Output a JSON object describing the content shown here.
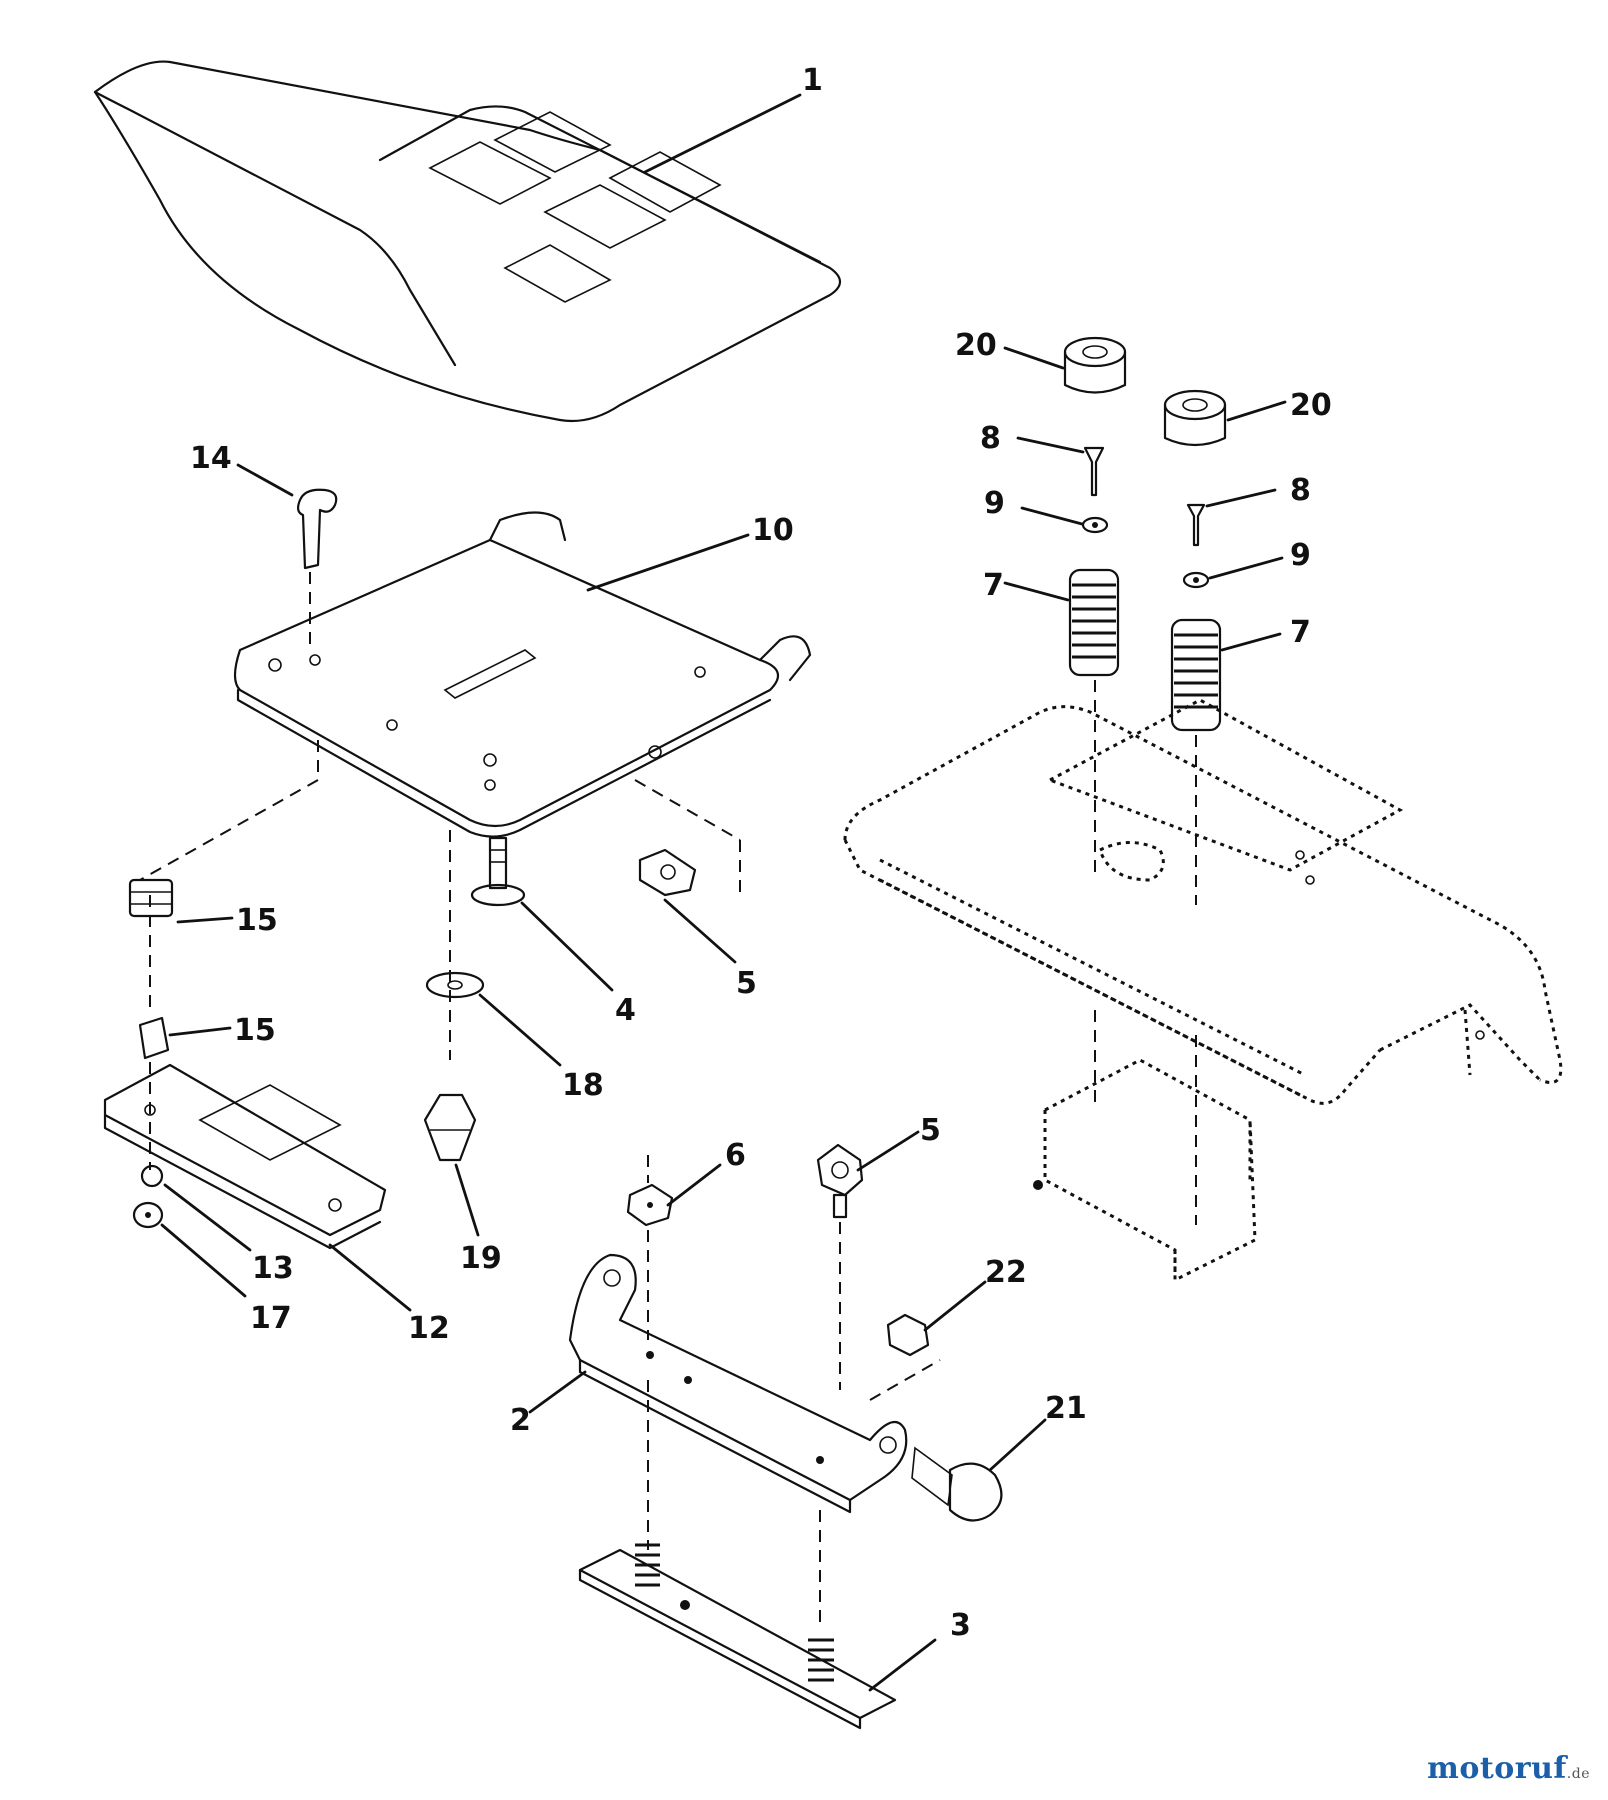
{
  "callouts": {
    "c1": "1",
    "c2": "2",
    "c3": "3",
    "c4": "4",
    "c5a": "5",
    "c5b": "5",
    "c6": "6",
    "c7a": "7",
    "c7b": "7",
    "c8a": "8",
    "c8b": "8",
    "c9a": "9",
    "c9b": "9",
    "c10": "10",
    "c12": "12",
    "c13": "13",
    "c14": "14",
    "c15a": "15",
    "c15b": "15",
    "c17": "17",
    "c18": "18",
    "c19": "19",
    "c20a": "20",
    "c20b": "20",
    "c21": "21",
    "c22": "22"
  },
  "watermark": {
    "brand": "motoruf",
    "suffix": ".de"
  },
  "colors": {
    "line": "#111111",
    "background": "#ffffff",
    "watermark_blue": "#1b5fa8",
    "watermark_orange": "#e8711c",
    "watermark_green": "#3a9b3a"
  }
}
